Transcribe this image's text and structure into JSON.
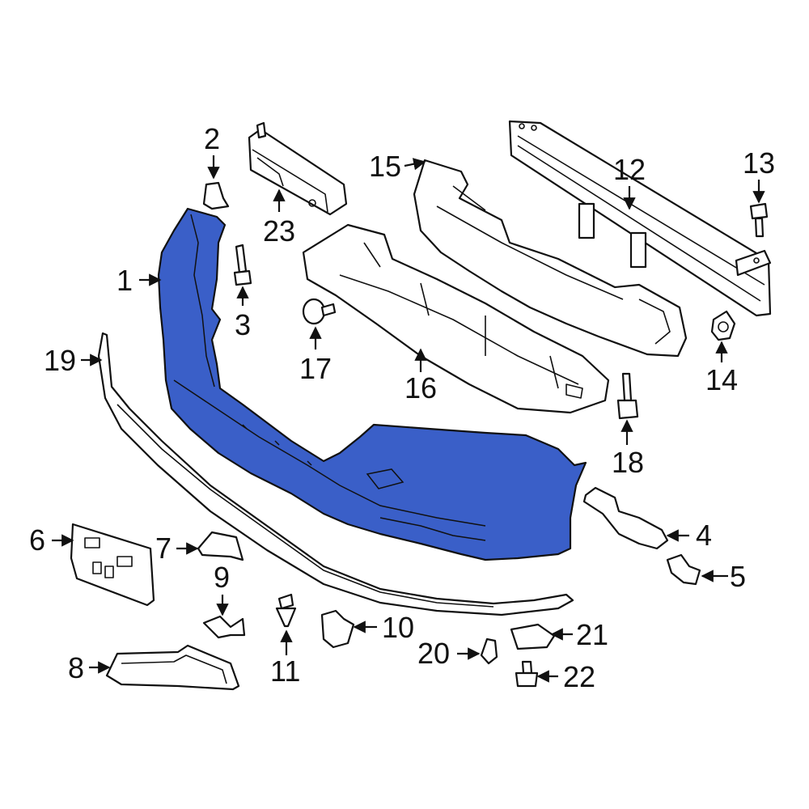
{
  "diagram": {
    "callouts": {
      "p1": "1",
      "p2": "2",
      "p3": "3",
      "p4": "4",
      "p5": "5",
      "p6": "6",
      "p7": "7",
      "p8": "8",
      "p9": "9",
      "p10": "10",
      "p11": "11",
      "p12": "12",
      "p13": "13",
      "p14": "14",
      "p15": "15",
      "p16": "16",
      "p17": "17",
      "p18": "18",
      "p19": "19",
      "p20": "20",
      "p21": "21",
      "p22": "22",
      "p23": "23"
    },
    "colors": {
      "highlight": "#3a5fc8",
      "line": "#111111",
      "background": "#ffffff"
    },
    "highlighted_part": "1"
  }
}
